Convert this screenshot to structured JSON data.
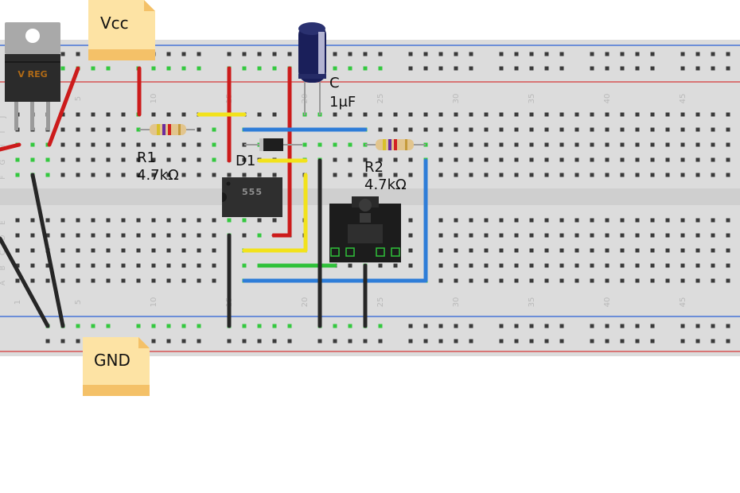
{
  "notes": {
    "vcc": "Vcc",
    "gnd": "GND"
  },
  "components": {
    "vreg": {
      "marking": "V REG"
    },
    "ic": {
      "marking": "555"
    },
    "r1": {
      "name": "R1",
      "value": "4.7kΩ"
    },
    "r2": {
      "name": "R2",
      "value": "4.7kΩ"
    },
    "cap": {
      "name": "C",
      "value": "1μF"
    },
    "diode": {
      "name": "D1"
    }
  },
  "breadboard": {
    "column_numbers": [
      "1",
      "5",
      "10",
      "15",
      "20",
      "25",
      "30",
      "35",
      "40",
      "45"
    ],
    "rows_top": [
      "J",
      "I",
      "H",
      "G",
      "F"
    ],
    "rows_bottom": [
      "E",
      "D",
      "C",
      "B",
      "A"
    ]
  },
  "colors": {
    "board": "#dcdcdc",
    "rail_blue": "#2a5fd6",
    "rail_red": "#d63a3a",
    "wire_red": "#cc1b1b",
    "wire_yellow": "#f2e21b",
    "wire_blue": "#2e7dd8",
    "wire_green": "#2fc13a",
    "wire_black": "#262626",
    "note": "#fde3a4",
    "note_fold": "#f4c168"
  }
}
